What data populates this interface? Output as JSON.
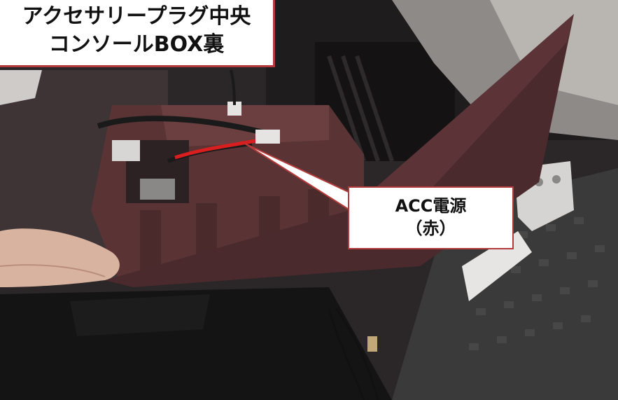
{
  "title": {
    "line1": "アクセサリープラグ中央",
    "line2": "コンソールBOX裏"
  },
  "callout": {
    "line1": "ACC電源",
    "line2": "（赤）"
  },
  "colors": {
    "accent_border": "#b23a3a",
    "wire_red": "#d81e1e",
    "panel_brown": "#5a3434"
  }
}
